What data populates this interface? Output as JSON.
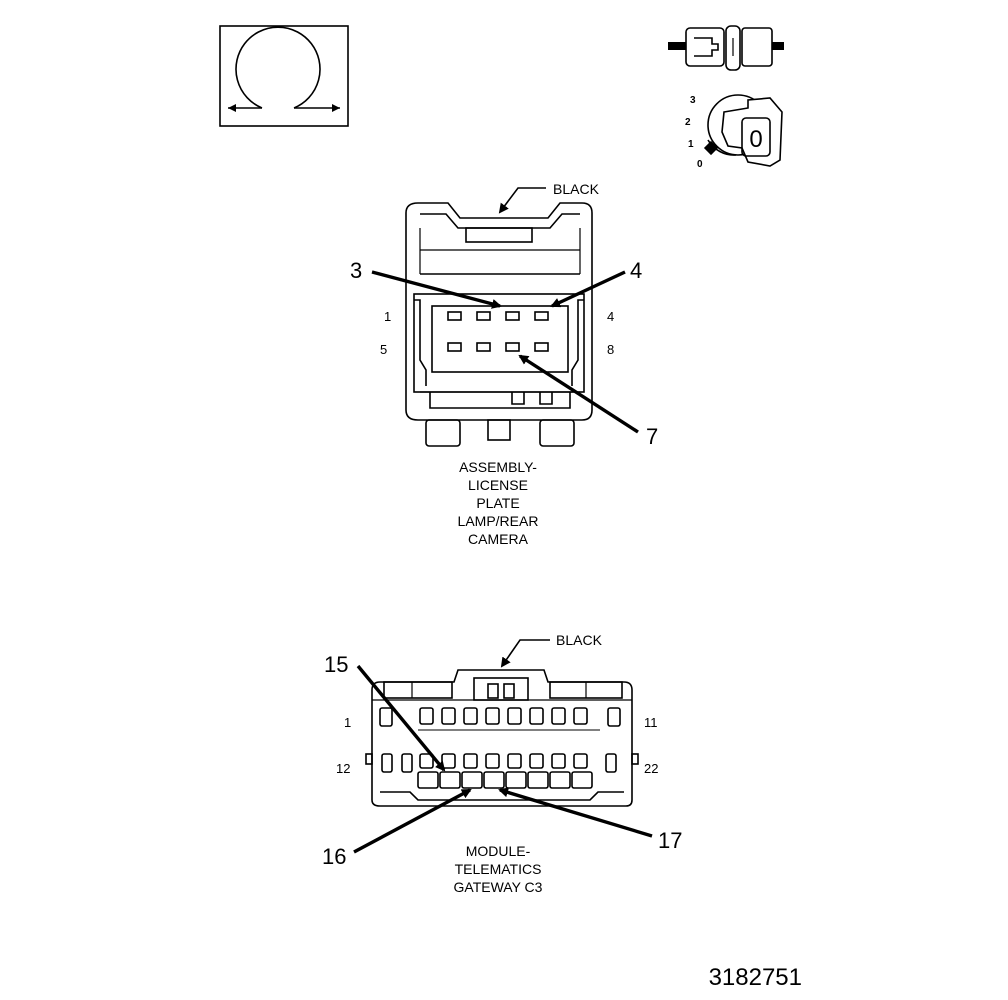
{
  "connector_a": {
    "color_label": "BLACK",
    "callouts": [
      "3",
      "4",
      "7"
    ],
    "pin_numbers": {
      "top_left": "1",
      "top_right": "4",
      "bottom_left": "5",
      "bottom_right": "8"
    },
    "caption": [
      "ASSEMBLY-",
      "LICENSE",
      "PLATE",
      "LAMP/REAR",
      "CAMERA"
    ]
  },
  "connector_b": {
    "color_label": "BLACK",
    "callouts": [
      "15",
      "16",
      "17"
    ],
    "pin_numbers": {
      "top_left": "1",
      "top_right": "11",
      "bottom_left": "12",
      "bottom_right": "22"
    },
    "caption": [
      "MODULE-",
      "TELEMATICS",
      "GATEWAY C3"
    ]
  },
  "ignition_positions": [
    "3",
    "2",
    "1",
    "0"
  ],
  "key_label": "0",
  "figure_number": "3182751",
  "icons": [
    "rotation-symbol-icon",
    "connector-plug-icon",
    "ignition-key-icon"
  ]
}
